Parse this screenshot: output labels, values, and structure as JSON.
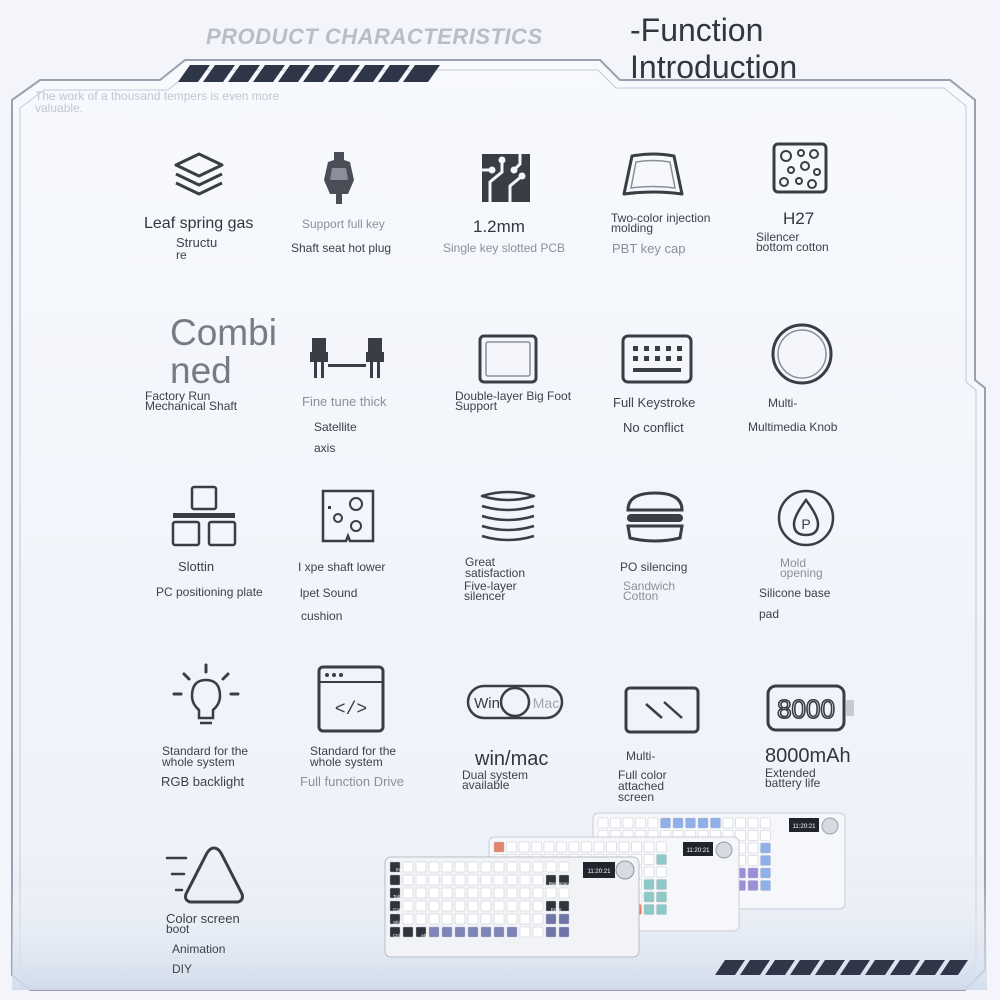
{
  "header": {
    "title": "PRODUCT CHARACTERISTICS",
    "function_intro": "-Function\nIntroduction",
    "tagline": "The work of a thousand tempers is even more valuable."
  },
  "colors": {
    "frame": "#9aa0b0",
    "frame_dark": "#3b4253",
    "stripe": "#2f3648",
    "text": "#3a3d44",
    "muted": "#8c9099",
    "accent_blue": "#8fb0e8",
    "accent_purple": "#9b8fd8",
    "accent_orange": "#e3836a",
    "accent_teal": "#8dc9c6"
  },
  "features": {
    "leaf_spring": {
      "icon": "layers-icon",
      "line1": "Leaf spring gas",
      "line2": "Structu",
      "line3": "re"
    },
    "hot_plug": {
      "icon": "switch-icon",
      "line1": "Support full key",
      "line2": "Shaft seat hot plug"
    },
    "pcb": {
      "icon": "circuit-icon",
      "line1": "1.2mm",
      "line2": "Single key slotted PCB"
    },
    "keycap": {
      "icon": "keycap-icon",
      "line1": "Two-color injection",
      "line2": "molding",
      "line3": "PBT key cap"
    },
    "cotton": {
      "icon": "perforated-pad-icon",
      "line1": "H27",
      "line2": "Silencer",
      "line3": "bottom cotton"
    },
    "combined": {
      "line1": "Combi",
      "line2": "ned",
      "line3": "Factory Run",
      "line4": "Mechanical Shaft"
    },
    "satellite": {
      "icon": "stabilizer-icon",
      "line1": "Fine tune thick",
      "line2": "Satellite",
      "line3": "axis"
    },
    "bigfoot": {
      "icon": "square-pad-icon",
      "line1": "Double-layer Big Foot",
      "line2": "Support"
    },
    "keystroke": {
      "icon": "keyboard-icon",
      "line1": "Full Keystroke",
      "line2": "No conflict"
    },
    "knob": {
      "icon": "knob-icon",
      "line1": "Multi-",
      "line2": "Multimedia Knob"
    },
    "plate": {
      "icon": "plate-icon",
      "line1": "Slottin",
      "line2": "PC positioning plate"
    },
    "shaft_sound": {
      "icon": "sound-pad-icon",
      "line1": "I xpe shaft lower",
      "line2": "lpet Sound",
      "line3": "cushion"
    },
    "five_layer": {
      "icon": "stack-icon",
      "line1": "Great",
      "line2": "satisfaction",
      "line3": "Five-layer",
      "line4": "silencer"
    },
    "sandwich": {
      "icon": "sandwich-icon",
      "line1": "PO silencing",
      "line2": "Sandwich",
      "line3": "Cotton"
    },
    "silicone": {
      "icon": "drop-icon",
      "line1": "Mold",
      "line2": "opening",
      "line3": "Silicone base",
      "line4": "pad"
    },
    "rgb": {
      "icon": "bulb-icon",
      "line1": "Standard for the",
      "line2": "whole system",
      "line3": "RGB backlight"
    },
    "driver": {
      "icon": "code-window-icon",
      "line1": "Standard for the",
      "line2": "whole system",
      "line3": "Full function Drive"
    },
    "winmac": {
      "icon": "toggle-icon",
      "toggle_left": "Win",
      "toggle_right": "Mac",
      "line1": "win/mac",
      "line2": "Dual system",
      "line3": "available"
    },
    "screen": {
      "icon": "screen-icon",
      "line1": "Multi-",
      "line2": "Full color",
      "line3": "attached",
      "line4": "screen"
    },
    "battery": {
      "icon": "battery-icon",
      "battery_label": "8000",
      "line1": "8000mAh",
      "line2": "Extended",
      "line3": "battery life"
    },
    "boot": {
      "icon": "triangle-icon",
      "line1": "Color screen",
      "line2": "boot",
      "line3": "Animation",
      "line4": "DIY"
    }
  },
  "keyboards": {
    "front": {
      "screen_time": "11:20:21",
      "backspace": "Backspace",
      "enter": "Enter",
      "shift": "Shift",
      "caps": "Caps",
      "tab": "Tab",
      "ctrl": "Ctrl",
      "alt": "Alt",
      "esc": "Esc"
    },
    "middle": {
      "screen_time": "11:20:21"
    },
    "back": {
      "screen_time": "11:20:21"
    }
  }
}
